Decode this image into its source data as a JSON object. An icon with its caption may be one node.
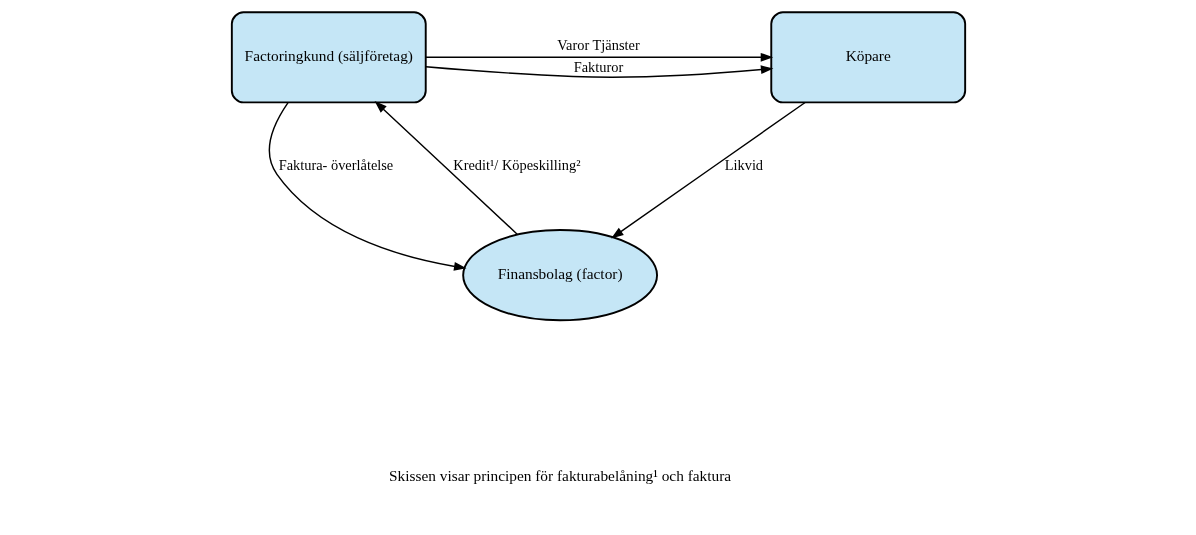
{
  "diagram": {
    "nodes": [
      {
        "text": [
          "Factoringkund (säljföretag)"
        ]
      },
      {
        "text": [
          "Köpare"
        ]
      },
      {
        "text": [
          "Finansbolag (factor)"
        ]
      }
    ],
    "edges": [
      {
        "from": 0,
        "to": 1,
        "arrow": "to",
        "label": "Varor Tjänster"
      },
      {
        "from": 0,
        "to": 1,
        "arrow": "to",
        "label": "Fakturor"
      },
      {
        "from": 2,
        "to": 0,
        "arrow": "to",
        "label": "Kredit¹/ Köpeskilling²"
      },
      {
        "from": 0,
        "to": 2,
        "arrow": "to",
        "label": "Faktura- överlåtelse"
      },
      {
        "from": 1,
        "to": 2,
        "arrow": "to",
        "label": "Likvid"
      }
    ],
    "labels": [
      "Skissen visar principen för fakturabelåning¹ och faktura"
    ]
  }
}
